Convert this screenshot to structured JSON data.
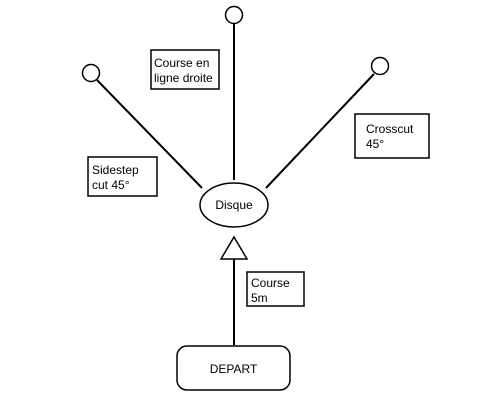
{
  "diagram": {
    "start_node": {
      "label": "DEPART"
    },
    "center_node": {
      "label": "Disque"
    },
    "labels": {
      "course_5m": [
        "Course",
        "5m"
      ],
      "course_ligne_droite": [
        "Course en",
        "ligne droite"
      ],
      "crosscut": [
        "Crosscut",
        "45°"
      ],
      "sidestep": [
        "Sidestep",
        "cut 45°"
      ]
    },
    "colors": {
      "stroke": "#000000",
      "fill": "#ffffff"
    }
  }
}
